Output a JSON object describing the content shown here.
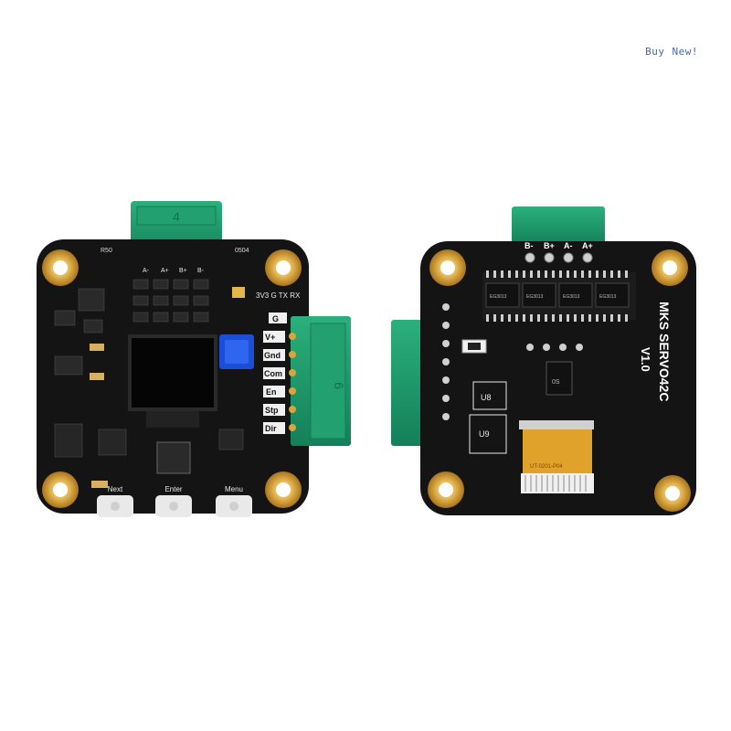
{
  "badge": {
    "word1": "Buy",
    "word2": "New!"
  },
  "left_board": {
    "connector_number": "4",
    "top_pins": [
      "A-",
      "A+",
      "B+",
      "B-"
    ],
    "resistor_labels": [
      "R50",
      "0504"
    ],
    "header_label": "3V3 G TX RX",
    "side_pins": [
      "G",
      "V+",
      "Gnd",
      "Com",
      "En",
      "Stp",
      "Dir"
    ],
    "side_connector_number": "6",
    "buttons": [
      "Next",
      "Enter",
      "Menu"
    ]
  },
  "right_board": {
    "top_pins": [
      "B-",
      "B+",
      "A-",
      "A+"
    ],
    "model": "MKS SERVO42C",
    "version": "V1.0",
    "chip_labels": [
      "U8",
      "U9"
    ],
    "driver_chips": [
      "EG3013",
      "EG3013",
      "EG3013",
      "EG3013"
    ],
    "ribbon_label": "UT-0201-P04",
    "soc_label": "0S"
  },
  "colors": {
    "pcb": "#141414",
    "connector": "#1f9a6a",
    "gold": "#d8a53a",
    "oled": "#050505",
    "pot": "#1c4ed8",
    "ribbon": "#e0a22a"
  }
}
